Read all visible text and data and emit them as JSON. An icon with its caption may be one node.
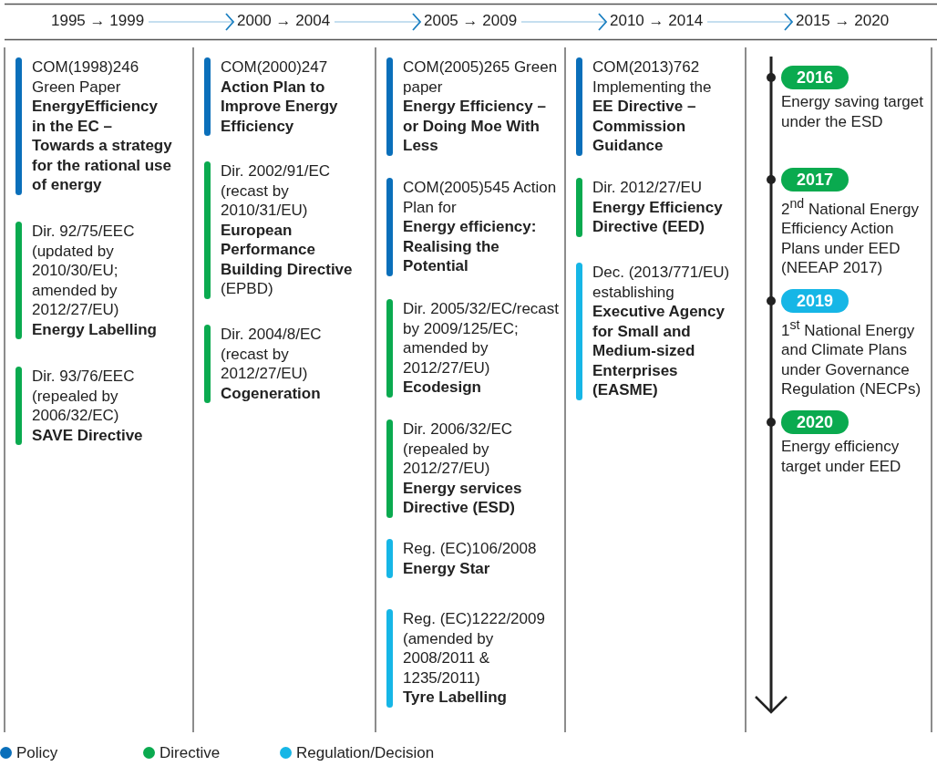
{
  "diagram": {
    "nodes": [
      {
        "text": [
          "1995 → 1999"
        ]
      },
      {
        "text": [
          "2000 → 2004"
        ]
      },
      {
        "text": [
          "2005 → 2009"
        ]
      },
      {
        "text": [
          "2010 → 2014"
        ]
      },
      {
        "text": [
          "2015 → 2020"
        ]
      },
      {
        "text": [
          "COM(1998)246 Green Paper",
          "EnergyEfficiency in the EC – Towards a strategy for the rational use of energy"
        ]
      },
      {
        "text": [
          "Dir. 92/75/EEC (updated by 2010/30/EU; amended by 2012/27/EU)",
          "Energy Labelling"
        ]
      },
      {
        "text": [
          "Dir. 93/76/EEC (repealed by 2006/32/EC)",
          "SAVE Directive"
        ]
      },
      {
        "text": [
          "COM(2000)247",
          "Action Plan to Improve Energy Efficiency"
        ]
      },
      {
        "text": [
          "Dir. 2002/91/EC (recast by 2010/31/EU)",
          "European Performance Building Directive",
          "(EPBD)"
        ]
      },
      {
        "text": [
          "Dir. 2004/8/EC (recast by 2012/27/EU)",
          "Cogeneration"
        ]
      },
      {
        "text": [
          "COM(2005)265 Green paper",
          "Energy Efficiency – or Doing Moe With Less"
        ]
      },
      {
        "text": [
          "COM(2005)545 Action Plan for",
          "Energy efficiency: Realising the Potential"
        ]
      },
      {
        "text": [
          "Dir. 2005/32/EC/recast by 2009/125/EC; amended by 2012/27/EU)",
          "Ecodesign"
        ]
      },
      {
        "text": [
          "Dir. 2006/32/EC (repealed by 2012/27/EU)",
          "Energy services Directive (ESD)"
        ]
      },
      {
        "text": [
          "Reg. (EC)106/2008",
          "Energy Star"
        ]
      },
      {
        "text": [
          "Reg. (EC)1222/2009 (amended by 2008/2011 & 1235/2011)",
          "Tyre Labelling"
        ]
      },
      {
        "text": [
          "COM(2013)762 Implementing the",
          "EE Directive – Commission Guidance"
        ]
      },
      {
        "text": [
          "Dir. 2012/27/EU",
          "Energy Efficiency Directive (EED)"
        ]
      },
      {
        "text": [
          "Dec. (2013/771/EU) establishing",
          "Executive Agency for Small and Medium-sized Enterprises (EASME)"
        ]
      },
      {
        "text": [
          "2016"
        ],
        "beside": [
          "Energy saving target under the ESD"
        ]
      },
      {
        "text": [
          "2017"
        ],
        "beside": [
          "2$^{nd}$ National Energy Efficiency Action Plans under EED (NEEAP 2017)"
        ]
      },
      {
        "text": [
          "2019"
        ],
        "beside": [
          "1$^{st}$ National Energy and Climate Plans under Governance Regulation (NECPs)"
        ]
      },
      {
        "text": [
          "2020"
        ],
        "beside": [
          "Energy efficiency target under EED"
        ]
      }
    ],
    "edges": [
      {
        "from": 0,
        "to": 1,
        "arrow": "to"
      },
      {
        "from": 1,
        "to": 2,
        "arrow": "to"
      },
      {
        "from": 2,
        "to": 3,
        "arrow": "to"
      },
      {
        "from": 3,
        "to": 4,
        "arrow": "to"
      }
    ],
    "legend": [
      {
        "text": "Policy",
        "color": "#0a6fba"
      },
      {
        "text": "Directive",
        "color": "#0aaa4f"
      },
      {
        "text": "Regulation/Decision",
        "color": "#16b6e6"
      }
    ]
  }
}
